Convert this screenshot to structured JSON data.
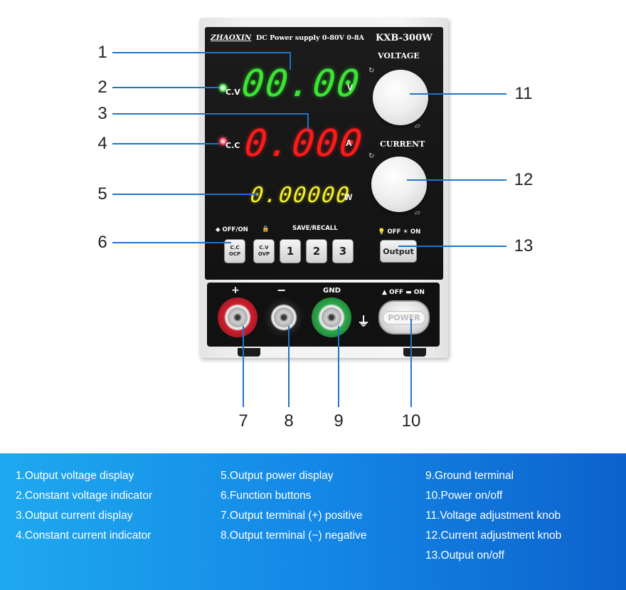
{
  "device": {
    "brand": "ZHAOXIN",
    "model_spec": "DC Power supply 0-80V 0-8A",
    "model": "KXB-300W",
    "voltage_label": "VOLTAGE",
    "current_label": "CURRENT",
    "voltage_readout": "00.00",
    "voltage_unit": "V",
    "current_readout": "0.000",
    "current_unit": "A",
    "power_readout": "0.00000",
    "power_unit": "W",
    "cv_label": "C.V",
    "cc_label": "C.C",
    "off_on_label": "◆ OFF/ON",
    "lock_label": "🔒",
    "save_recall_label": "SAVE/RECALL",
    "output_off_on_label": "💡 OFF ☀ ON",
    "buttons": {
      "cc_top": "C.C",
      "cc_bottom": "OCP",
      "cv_top": "C.V",
      "cv_bottom": "OVP",
      "b1": "1",
      "b2": "2",
      "b3": "3",
      "output": "Output"
    },
    "plus_label": "+",
    "minus_label": "−",
    "gnd_label": "GND",
    "power_off_on_label": "▲ OFF ▬ ON",
    "power_button": "POWER",
    "ground_symbol": "⏚",
    "colors": {
      "voltage_display": "#39e632",
      "current_display": "#ff1a1a",
      "power_display": "#f4f02a",
      "legend_bg_start": "#1ea9ef",
      "legend_bg_end": "#0c62cc"
    }
  },
  "callouts": {
    "n1": "1",
    "n2": "2",
    "n3": "3",
    "n4": "4",
    "n5": "5",
    "n6": "6",
    "n7": "7",
    "n8": "8",
    "n9": "9",
    "n10": "10",
    "n11": "11",
    "n12": "12",
    "n13": "13"
  },
  "legend": {
    "col1": [
      "1.Output voltage display",
      "2.Constant voltage indicator",
      "3.Output current display",
      "4.Constant current indicator"
    ],
    "col2": [
      "5.Output power display",
      "6.Function buttons",
      "7.Output terminal (+) positive",
      "8.Output terminal (−) negative"
    ],
    "col3": [
      "9.Ground terminal",
      "10.Power on/off",
      "11.Voltage adjustment knob",
      "12.Current adjustment knob",
      "13.Output on/off"
    ]
  }
}
